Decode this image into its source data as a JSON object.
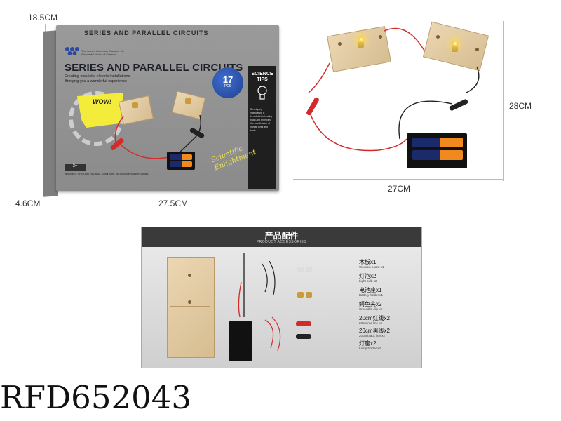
{
  "dimensions": {
    "box_height": "18.5CM",
    "box_depth": "4.6CM",
    "box_width": "27.5CM",
    "assembled_height": "28CM",
    "assembled_width": "27CM"
  },
  "box": {
    "top_title": "SERIES AND PARALLEL CIRCUITS",
    "title": "SERIES AND PARALLEL CIRCUITS",
    "subtitle_line1": "Creating exquisite electric installations",
    "subtitle_line2": "Bringing you a wonderful experience",
    "brand_text": "The Joined Company Discover the Wonderful World of Science",
    "badge_number": "17",
    "badge_unit": "PCS",
    "science_tips_title": "SCIENCE TIPS",
    "science_tips_text": "Developing intelligence is beneficial for healthy brain and promoting the coordination of hands, eyes and brain.",
    "wow_text": "WOW!",
    "script_text": "Scientific Enlightment",
    "age_label": "3+",
    "warning": "WARNING: CHOKING HAZARD - Small parts. Not for children under 3 years."
  },
  "accessories": {
    "title_cn": "产品配件",
    "title_en": "PRODUCT ACCESSORIES",
    "items": [
      {
        "cn": "木板x1",
        "en": "Wooden board x1"
      },
      {
        "cn": "灯泡x2",
        "en": "Light bulb x2"
      },
      {
        "cn": "电池座x1",
        "en": "Battery holder x1"
      },
      {
        "cn": "鳄鱼夹x2",
        "en": "Crocodile clip x2"
      },
      {
        "cn": "20cm红线x2",
        "en": "20cm red line x2"
      },
      {
        "cn": "20cm黑线x2",
        "en": "20cm black line x2"
      },
      {
        "cn": "灯座x2",
        "en": "Lamp holder x2"
      }
    ]
  },
  "sku": "RFD652043",
  "colors": {
    "box_gray": "#9a9a9a",
    "accent_yellow": "#f3ec3a",
    "badge_blue": "#2b55b0",
    "wood": "#e2c89c",
    "wire_red": "#d42a2a",
    "panel_header": "#3a3a3a"
  }
}
